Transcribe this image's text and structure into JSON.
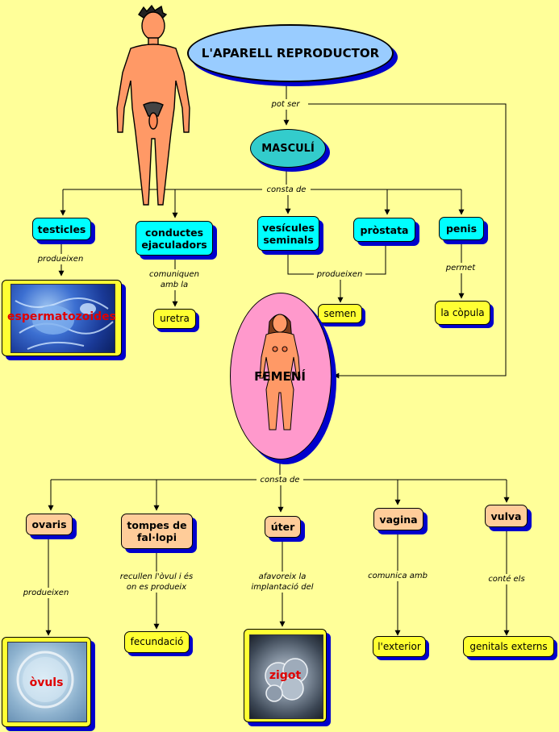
{
  "root": {
    "label": "L'APARELL REPRODUCTOR",
    "fill": "#99ccff"
  },
  "links": {
    "pot_ser": "pot ser",
    "consta_de_m": "consta de",
    "consta_de_f": "consta de"
  },
  "male": {
    "label": "MASCULÍ",
    "parts": [
      {
        "label": "testicles",
        "link": "produeixen",
        "result": "espermatozoides",
        "result_type": "image"
      },
      {
        "label": "conductes ejaculadors",
        "link": "comuniquen amb la",
        "result": "uretra"
      },
      {
        "label": "vesícules seminals"
      },
      {
        "label": "pròstata"
      },
      {
        "label": "penis",
        "link": "permet",
        "result": "la còpula"
      }
    ],
    "shared_link": "produeixen",
    "shared_result": "semen"
  },
  "female": {
    "label": "FEMENÍ",
    "fill": "#ff99cc",
    "parts": [
      {
        "label": "ovaris",
        "link": "produeixen",
        "result": "òvuls",
        "result_type": "image"
      },
      {
        "label": "tompes de fal·lopi",
        "link": "recullen l'òvul i és on es produeix",
        "result": "fecundació"
      },
      {
        "label": "úter",
        "link": "afavoreix la implantació del",
        "result": "zigot",
        "result_type": "image"
      },
      {
        "label": "vagina",
        "link": "comunica amb",
        "result": "l'exterior"
      },
      {
        "label": "vulva",
        "link": "conté els",
        "result": "genitals externs"
      }
    ]
  },
  "colors": {
    "male_box": "#00ffff",
    "female_box": "#ffcc99",
    "result_box": "#ffff33",
    "shadow": "#0000cc",
    "background": "#ffff99",
    "caption": "#e00000"
  }
}
